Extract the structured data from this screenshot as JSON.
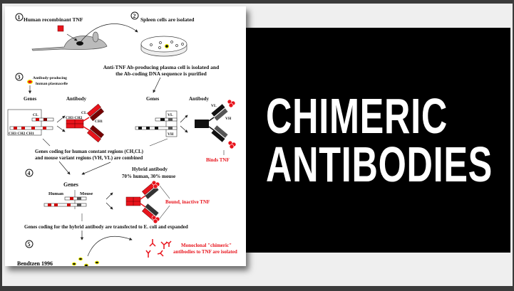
{
  "title": {
    "line1": "CHIMERIC",
    "line2": "ANTIBODIES"
  },
  "colors": {
    "accent_red": "#e8141c",
    "panel": "#000000",
    "text_white": "#ffffff"
  },
  "diagram": {
    "steps": [
      "1",
      "2",
      "3",
      "4",
      "5"
    ],
    "step1_label": "Human recombinant TNF",
    "step2_label": "Spleen cells are isolated",
    "isolation_line1": "Anti-TNF Ab-producing plasma cell is isolated and",
    "isolation_line2": "the Ab-coding DNA sequence is purified",
    "plasma_line1": "Antibody-producing",
    "plasma_line2": "human plasmacelle",
    "genes": "Genes",
    "antibody": "Antibody",
    "cl": "CL",
    "ch1": "CH1",
    "ch2": "CH2",
    "ch3": "CH3",
    "ch3ch2ch1": "CH3 CH2  CH1",
    "ch3ch2": "CH3 CH2",
    "vl": "VL",
    "vh": "VH",
    "binds_tnf": "Binds TNF",
    "combined_line1": "Genes coding for human constant regions (CH,CL)",
    "combined_line2": "and mouse variant regions (VH, VL) are combined",
    "hybrid_line1": "Hybrid antibody",
    "hybrid_line2": "70% human, 30% mouse",
    "human": "Human",
    "mouse": "Mouse",
    "bound_inactive": "Bound, inactive TNF",
    "transfected": "Genes coding for the hybrid antibody are transfected to E. coli and expanded",
    "monoclonal_line1": "Monoclonal \"chimeric\"",
    "monoclonal_line2": "antibodies to TNF are isolated",
    "citation": "Bendtzen 1996"
  }
}
